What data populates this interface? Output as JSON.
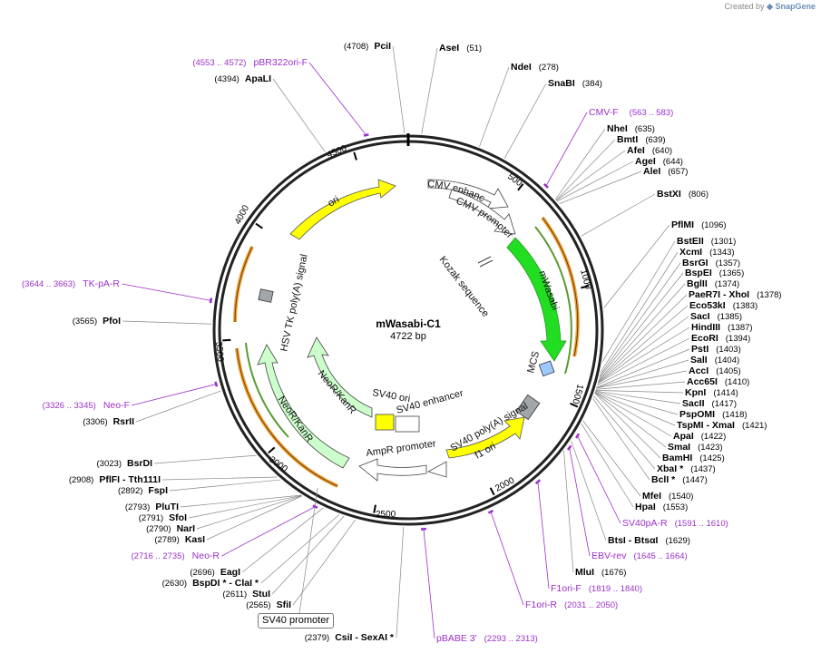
{
  "plasmid": {
    "name": "mWasabi-C1",
    "length": "4722 bp"
  },
  "watermark": {
    "prefix": "Created by",
    "brand": "SnapGene"
  },
  "ticks": [
    "500",
    "1000",
    "1500",
    "2000",
    "2500",
    "3000",
    "3500",
    "4000",
    "4500"
  ],
  "features": [
    {
      "name": "CMV enhancer",
      "color": "#ffffff"
    },
    {
      "name": "CMV promoter",
      "color": "#ffffff"
    },
    {
      "name": "Kozak sequence",
      "color": "#ffffff"
    },
    {
      "name": "mWasabi",
      "color": "#22dd22"
    },
    {
      "name": "MCS",
      "color": "#9ec9ff"
    },
    {
      "name": "SV40 poly(A) signal",
      "color": "#a0a0a0"
    },
    {
      "name": "f1 ori",
      "color": "#ffff00"
    },
    {
      "name": "AmpR promoter",
      "color": "#ffffff"
    },
    {
      "name": "SV40 ori",
      "color": "#ffff00"
    },
    {
      "name": "SV40 enhancer",
      "color": "#ffffff"
    },
    {
      "name": "NeoR/KanR",
      "color": "#ccffcc"
    },
    {
      "name": "NeoR/KanR",
      "color": "#ccffcc"
    },
    {
      "name": "HSV TK poly(A) signal",
      "color": "#a0a0a0"
    },
    {
      "name": "ori",
      "color": "#ffff00"
    }
  ],
  "sites": [
    {
      "name": "PciI",
      "pos": "(4708)"
    },
    {
      "name": "AseI",
      "pos": "(51)"
    },
    {
      "name": "NdeI",
      "pos": "(278)"
    },
    {
      "name": "SnaBI",
      "pos": "(384)"
    },
    {
      "name": "NheI",
      "pos": "(635)"
    },
    {
      "name": "BmtI",
      "pos": "(639)"
    },
    {
      "name": "AfeI",
      "pos": "(640)"
    },
    {
      "name": "AgeI",
      "pos": "(644)"
    },
    {
      "name": "AleI",
      "pos": "(657)"
    },
    {
      "name": "BstXI",
      "pos": "(806)"
    },
    {
      "name": "PflMI",
      "pos": "(1096)"
    },
    {
      "name": "BstEII",
      "pos": "(1301)"
    },
    {
      "name": "XcmI",
      "pos": "(1343)"
    },
    {
      "name": "BsrGI",
      "pos": "(1357)"
    },
    {
      "name": "BspEI",
      "pos": "(1365)"
    },
    {
      "name": "BglII",
      "pos": "(1374)"
    },
    {
      "name": "PaeR7I  - XhoI",
      "pos": "(1378)"
    },
    {
      "name": "Eco53kI",
      "pos": "(1383)"
    },
    {
      "name": "SacI",
      "pos": "(1385)"
    },
    {
      "name": "HindIII",
      "pos": "(1387)"
    },
    {
      "name": "EcoRI",
      "pos": "(1394)"
    },
    {
      "name": "PstI",
      "pos": "(1403)"
    },
    {
      "name": "SalI",
      "pos": "(1404)"
    },
    {
      "name": "AccI",
      "pos": "(1405)"
    },
    {
      "name": "Acc65I",
      "pos": "(1410)"
    },
    {
      "name": "KpnI",
      "pos": "(1414)"
    },
    {
      "name": "SacII",
      "pos": "(1417)"
    },
    {
      "name": "PspOMI",
      "pos": "(1418)"
    },
    {
      "name": "TspMI  - XmaI",
      "pos": "(1421)"
    },
    {
      "name": "ApaI",
      "pos": "(1422)"
    },
    {
      "name": "SmaI",
      "pos": "(1423)"
    },
    {
      "name": "BamHI",
      "pos": "(1425)"
    },
    {
      "name": "XbaI *",
      "pos": "(1437)"
    },
    {
      "name": "BclI *",
      "pos": "(1447)"
    },
    {
      "name": "MfeI",
      "pos": "(1540)"
    },
    {
      "name": "HpaI",
      "pos": "(1553)"
    },
    {
      "name": "BtsI  - BtsαI",
      "pos": "(1629)"
    },
    {
      "name": "MluI",
      "pos": "(1676)"
    },
    {
      "name": "CsiI  - SexAI *",
      "pos": "(2379)"
    },
    {
      "name": "SfiI",
      "pos": "(2565)"
    },
    {
      "name": "StuI",
      "pos": "(2611)"
    },
    {
      "name": "BspDI *  - ClaI *",
      "pos": "(2630)"
    },
    {
      "name": "EagI",
      "pos": "(2696)"
    },
    {
      "name": "KasI",
      "pos": "(2789)"
    },
    {
      "name": "NarI",
      "pos": "(2790)"
    },
    {
      "name": "SfoI",
      "pos": "(2791)"
    },
    {
      "name": "PluTI",
      "pos": "(2793)"
    },
    {
      "name": "FspI",
      "pos": "(2892)"
    },
    {
      "name": "PflFI  - Tth111I",
      "pos": "(2908)"
    },
    {
      "name": "BsrDI",
      "pos": "(3023)"
    },
    {
      "name": "RsrII",
      "pos": "(3306)"
    },
    {
      "name": "PfoI",
      "pos": "(3565)"
    },
    {
      "name": "ApaLI",
      "pos": "(4394)"
    }
  ],
  "primers": [
    {
      "name": "pBR322ori-F",
      "range": "(4553 .. 4572)"
    },
    {
      "name": "CMV-F",
      "range": "(563 .. 583)"
    },
    {
      "name": "SV40pA-R",
      "range": "(1591 .. 1610)"
    },
    {
      "name": "EBV-rev",
      "range": "(1645 .. 1664)"
    },
    {
      "name": "F1ori-F",
      "range": "(1819 .. 1840)"
    },
    {
      "name": "F1ori-R",
      "range": "(2031 .. 2050)"
    },
    {
      "name": "pBABE 3'",
      "range": "(2293 .. 2313)"
    },
    {
      "name": "Neo-R",
      "range": "(2716 .. 2735)"
    },
    {
      "name": "Neo-F",
      "range": "(3326 .. 3345)"
    },
    {
      "name": "TK-pA-R",
      "range": "(3644 .. 3663)"
    }
  ],
  "boxed_label": "SV40 promoter"
}
